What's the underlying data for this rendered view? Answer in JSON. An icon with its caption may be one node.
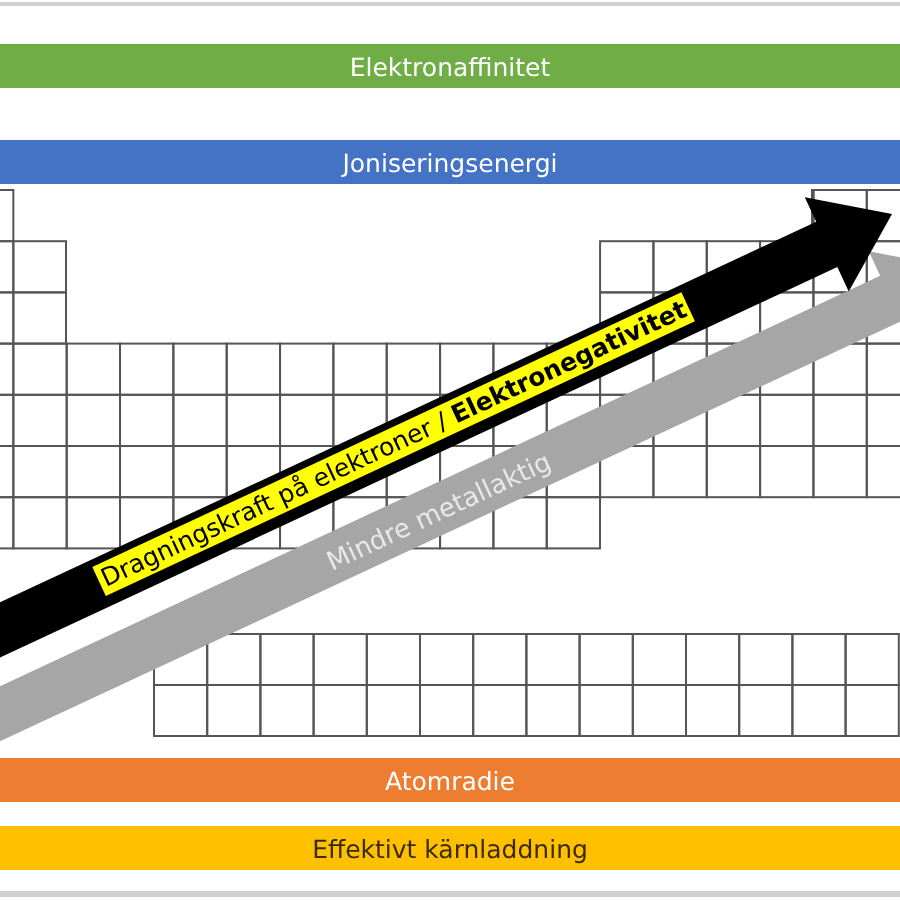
{
  "diagram": {
    "nodes": [
      {
        "text": [
          "Elektronaffinitet"
        ]
      },
      {
        "text": [
          "Joniseringsenergi"
        ]
      },
      {
        "text": [
          "Atomradie"
        ]
      },
      {
        "text": [
          "Effektivt kärnladdning"
        ]
      }
    ],
    "labels": [
      "Dragningskraft på elektroner / **Elektronegativitet**",
      "Mindre metallaktig"
    ]
  }
}
